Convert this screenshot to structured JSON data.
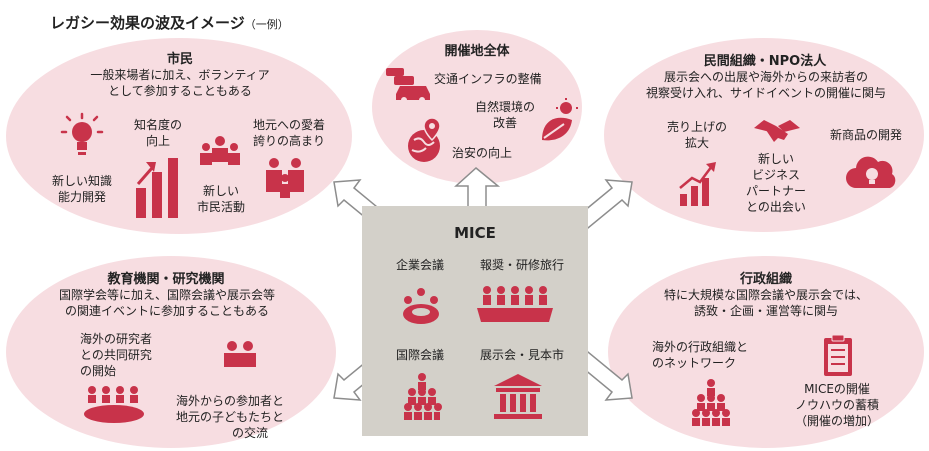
{
  "title": {
    "main": "レガシー効果の波及イメージ",
    "sub": "（一例）"
  },
  "mice": {
    "label": "MICE",
    "items": [
      "企業会議",
      "報奨・研修旅行",
      "国際会議",
      "展示会・見本市"
    ]
  },
  "citizens": {
    "heading": "市民",
    "desc1": "一般来場者に加え、ボランティア",
    "desc2": "として参加することもある",
    "k1a": "新しい知識",
    "k1b": "能力開発",
    "k2a": "知名度の",
    "k2b": "向上",
    "k3a": "新しい",
    "k3b": "市民活動",
    "k4a": "地元への愛着",
    "k4b": "誇りの高まり"
  },
  "region": {
    "heading": "開催地全体",
    "k1": "交通インフラの整備",
    "k2a": "自然環境の",
    "k2b": "改善",
    "k3": "治安の向上"
  },
  "private": {
    "heading": "民間組織・NPO法人",
    "desc1": "展示会への出展や海外からの来訪者の",
    "desc2": "視察受け入れ、サイドイベントの開催に関与",
    "k1a": "売り上げの",
    "k1b": "拡大",
    "k2a": "新しい",
    "k2b": "ビジネス",
    "k2c": "パートナー",
    "k2d": "との出会い",
    "k3": "新商品の開発"
  },
  "education": {
    "heading": "教育機関・研究機関",
    "desc1": "国際学会等に加え、国際会議や展示会等",
    "desc2": "の関連イベントに参加することもある",
    "k1a": "海外の研究者",
    "k1b": "との共同研究",
    "k1c": "の開始",
    "k2a": "海外からの参加者と",
    "k2b": "地元の子どもたちと",
    "k2c": "の交流"
  },
  "government": {
    "heading": "行政組織",
    "desc1": "特に大規模な国際会議や展示会では、",
    "desc2": "誘致・企画・運営等に関与",
    "k1a": "海外の行政組織と",
    "k1b": "のネットワーク",
    "k2a": "MICEの開催",
    "k2b": "ノウハウの蓄積",
    "k2c": "（開催の増加）"
  },
  "colors": {
    "accent": "#c8334a",
    "ellipse": "#f7dde1",
    "box": "#d3d0c9"
  }
}
